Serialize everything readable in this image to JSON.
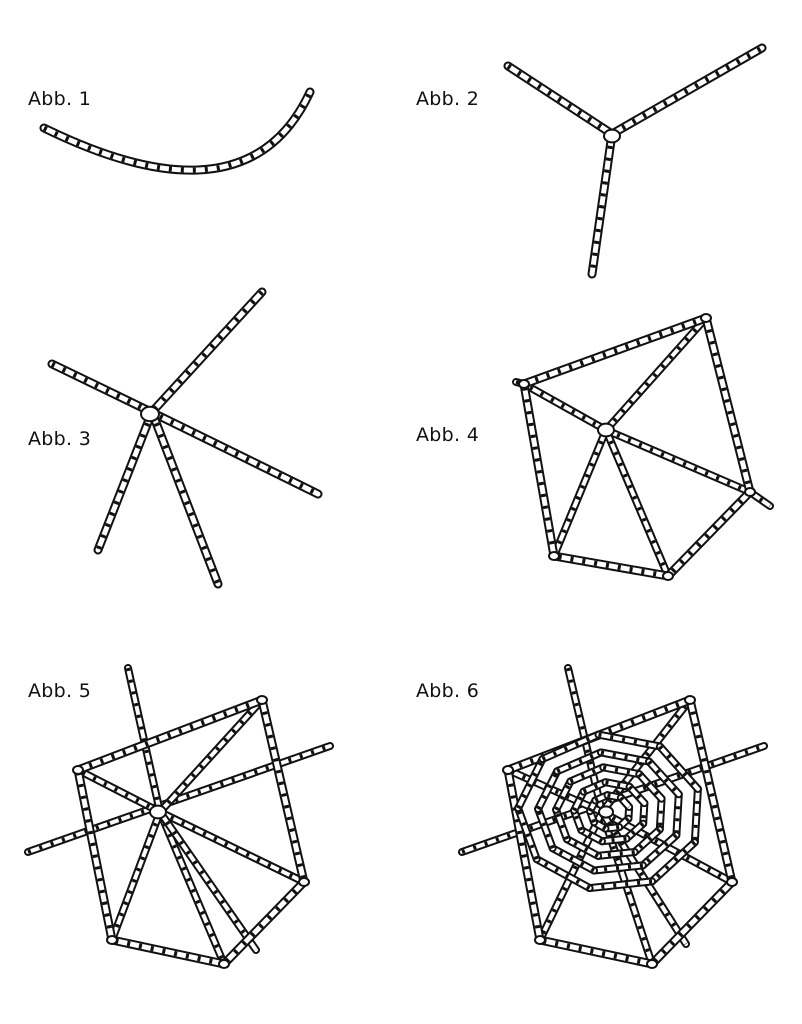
{
  "figures": [
    {
      "id": "1",
      "label": "Abb. 1"
    },
    {
      "id": "2",
      "label": "Abb. 2"
    },
    {
      "id": "3",
      "label": "Abb. 3"
    },
    {
      "id": "4",
      "label": "Abb. 4"
    },
    {
      "id": "5",
      "label": "Abb. 5"
    },
    {
      "id": "6",
      "label": "Abb. 6"
    }
  ],
  "colors": {
    "ink": "#111111",
    "paper": "#ffffff"
  }
}
